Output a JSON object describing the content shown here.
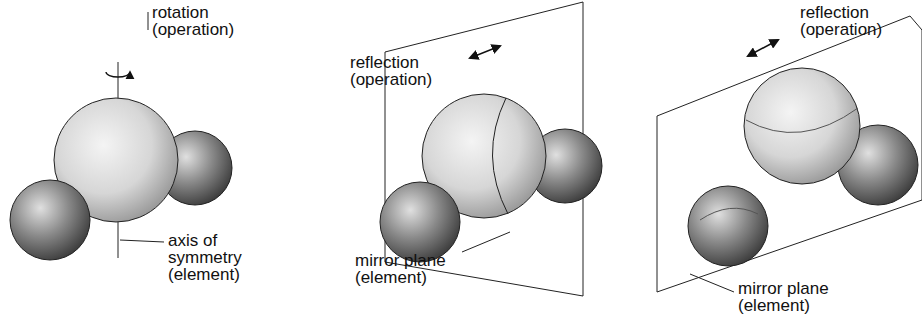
{
  "diagram": {
    "labels": [
      "rotation (operation)",
      "axis of symmetry (element)",
      "reflection (operation)",
      "mirror plane (element)",
      "reflection (operation)",
      "mirror plane (element)"
    ]
  }
}
